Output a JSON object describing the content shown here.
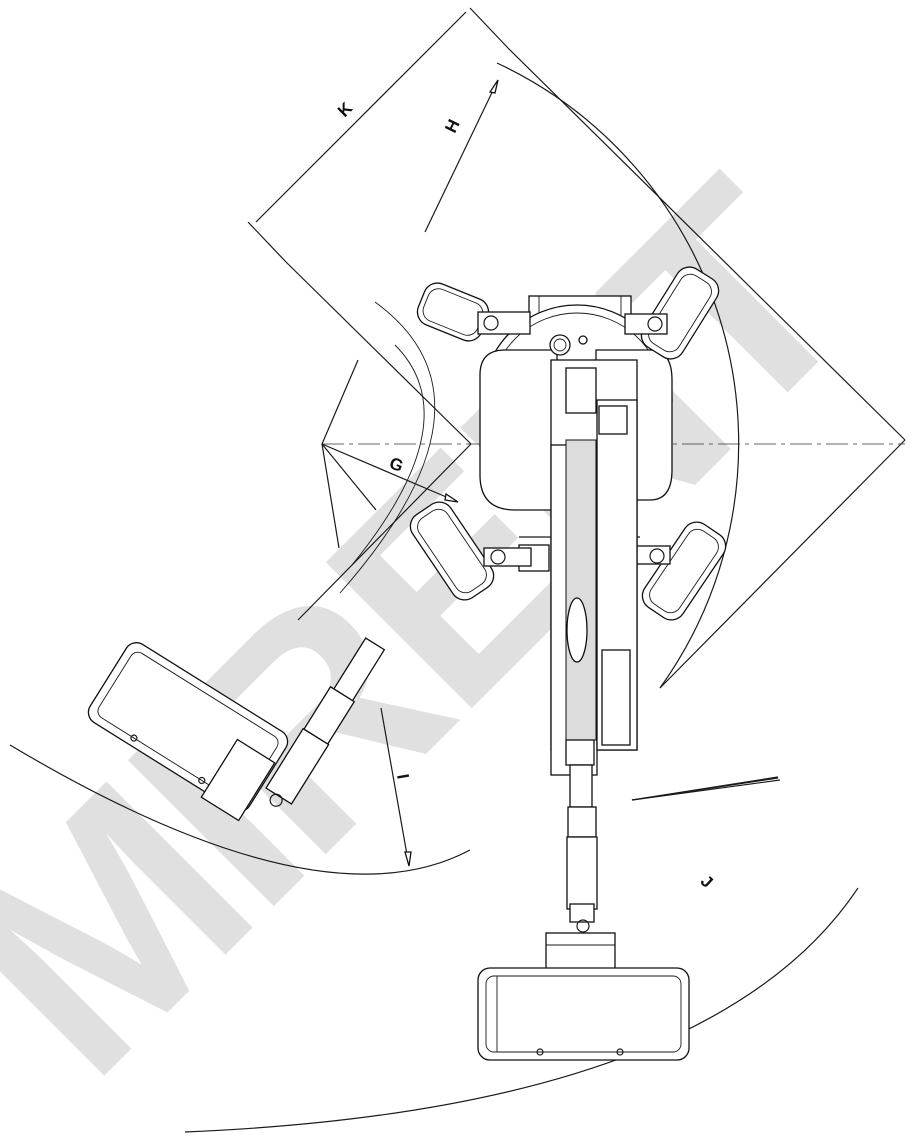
{
  "watermark": {
    "text": "MIRENT",
    "color": "#9a9a9a"
  },
  "dimensions": {
    "G": "G",
    "H": "H",
    "I": "I",
    "J": "J",
    "K": "K"
  },
  "line_color": "#1a1a1a"
}
